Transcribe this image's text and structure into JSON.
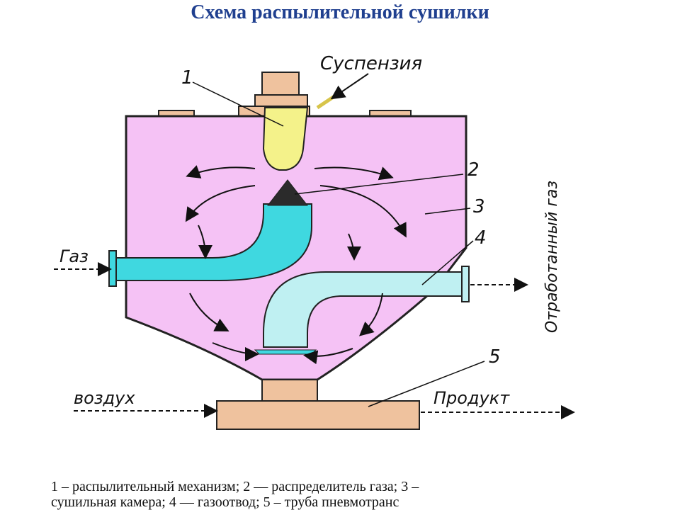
{
  "title": "Схема распылительной сушилки",
  "labels": {
    "suspension": "Суспензия",
    "gas_in": "Газ",
    "exhaust_gas": "Отработанный газ",
    "air": "воздух",
    "product": "Продукт",
    "n1": "1",
    "n2": "2",
    "n3": "3",
    "n4": "4",
    "n5": "5"
  },
  "caption": {
    "line1": "1 – распылительный механизм; 2 — распределитель газа; 3 –",
    "line2": "сушильная камера; 4 — газоотвод; 5 – труба пневмотранс"
  },
  "colors": {
    "chamber": "#f5c2f5",
    "nozzle": "#f4f28a",
    "gas_pipe": "#3fd8e0",
    "outlet_pipe": "#bff0f2",
    "transport_pipe": "#efc29e",
    "title": "#1f3f8f"
  }
}
